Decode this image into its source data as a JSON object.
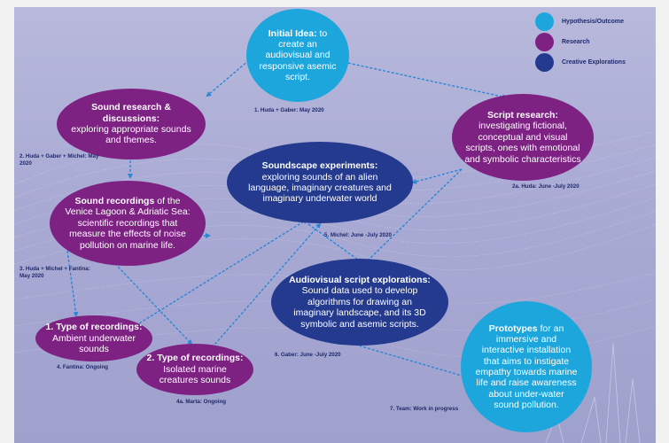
{
  "legend": [
    {
      "label": "Hypothesis/Outcome",
      "color": "#1ca6dc"
    },
    {
      "label": "Research",
      "color": "#7d2183"
    },
    {
      "label": "Creative Explorations",
      "color": "#243a8f"
    }
  ],
  "nodes": {
    "initial_idea": {
      "bold": "Initial Idea:",
      "text": "to create an audiovisual and responsive asemic script.",
      "caption": "1. Huda + Gaber: May 2020"
    },
    "sound_research": {
      "bold": "Sound research & discussions:",
      "text": "exploring appropriate sounds and themes.",
      "caption": "2. Huda + Gaber + Michel: May 2020"
    },
    "script_research": {
      "bold": "Script research:",
      "text": "investigating fictional, conceptual and visual scripts, ones with emotional and symbolic characteristics",
      "caption": "2a. Huda: June -July 2020"
    },
    "soundscape": {
      "bold": "Soundscape experiments:",
      "text": "exploring sounds of an alien language, imaginary creatures and imaginary underwater world",
      "caption": "5. Michel: June -July 2020"
    },
    "sound_recordings": {
      "bold": "Sound recordings",
      "text": "of the Venice Lagoon & Adriatic Sea: scientific recordings that measure the effects of noise pollution on marine life.",
      "caption": "3. Huda + Michel + Fantina: May 2020"
    },
    "audiovisual": {
      "bold": "Audiovisual script explorations:",
      "text": "Sound data used to develop algorithms for drawing an imaginary landscape, and its 3D symbolic and asemic scripts.",
      "caption": "6. Gaber: June -July 2020"
    },
    "type1": {
      "bold": "1. Type of recordings:",
      "text": "Ambient underwater sounds",
      "caption": "4. Fantina: Ongoing"
    },
    "type2": {
      "bold": "2. Type of recordings:",
      "text": "Isolated marine creatures sounds",
      "caption": "4a. Marta: Ongoing"
    },
    "prototypes": {
      "bold": "Prototypes",
      "text": "for an immersive and interactive installation that aims to instigate empathy towards marine life and raise awareness about under-water sound pollution.",
      "caption": "7. Team: Work in progress"
    }
  }
}
